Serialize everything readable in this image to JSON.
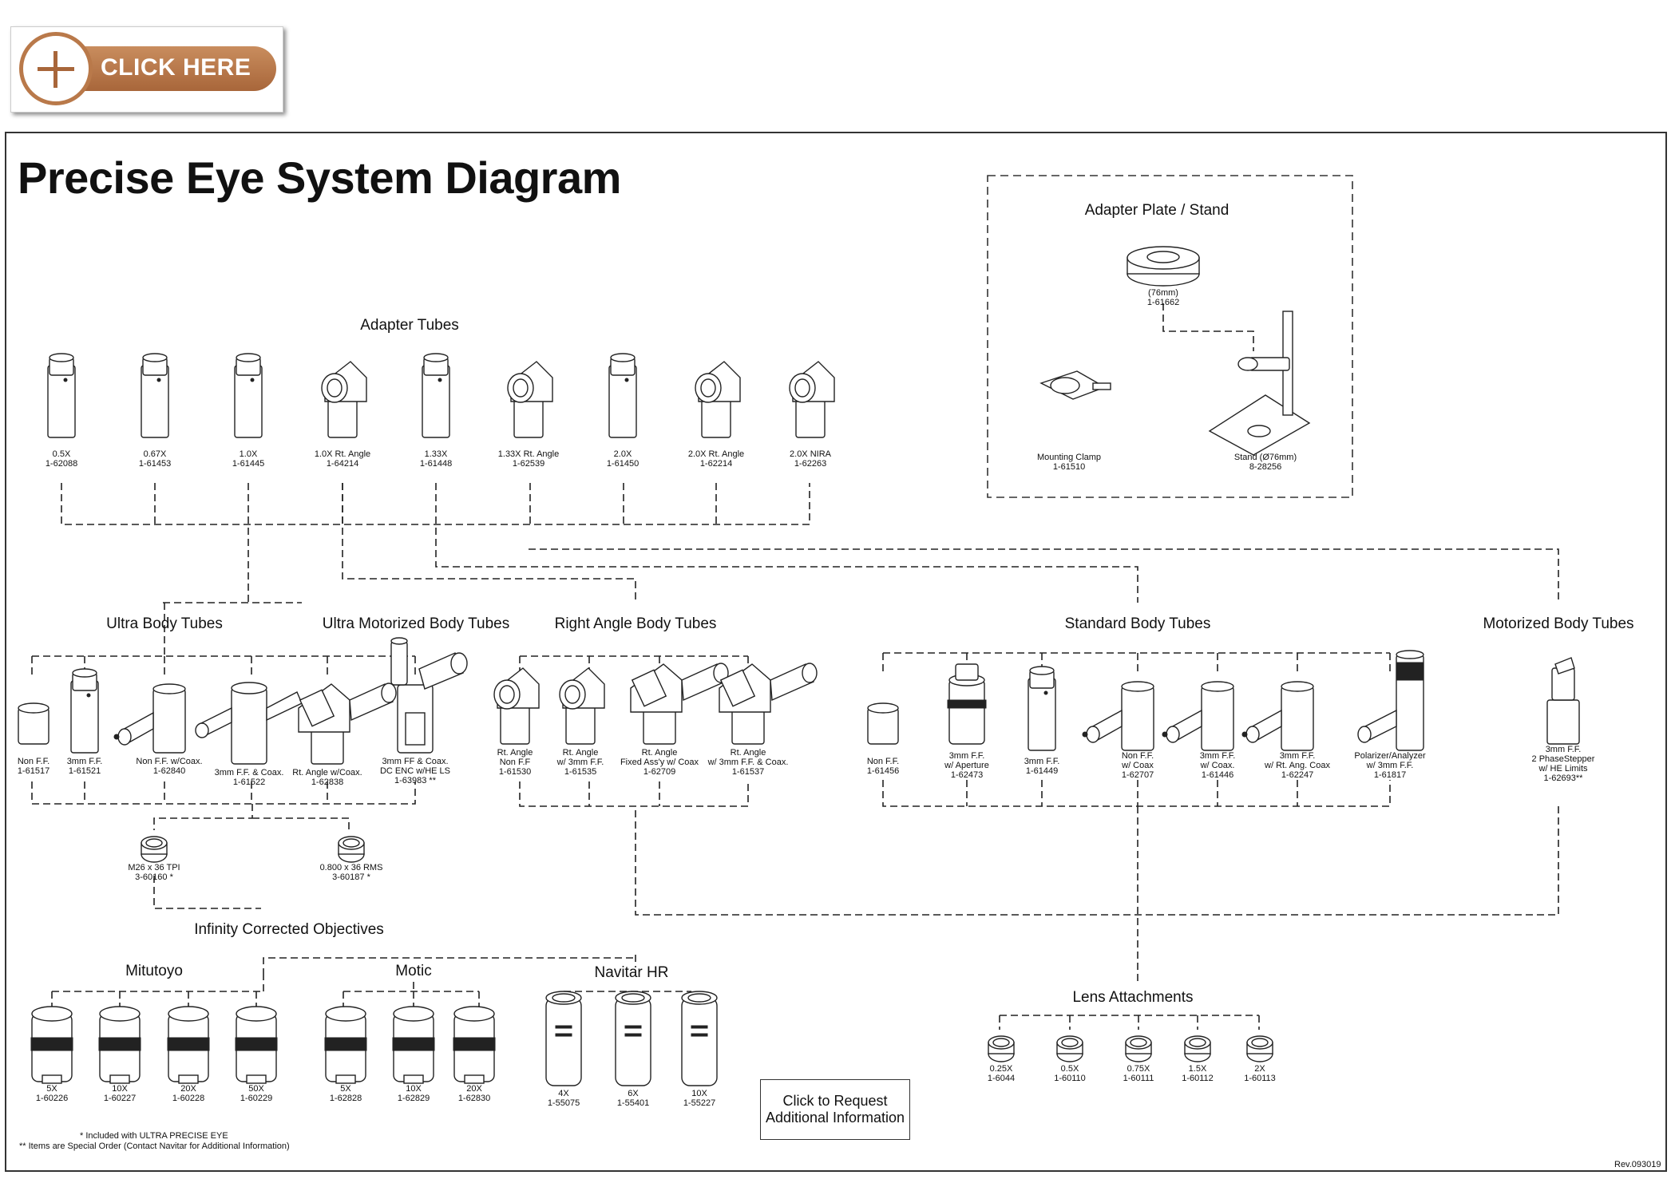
{
  "click_here_button": {
    "label": "CLICK HERE"
  },
  "title": "Precise Eye System Diagram",
  "adapter_plate_stand": {
    "heading": "Adapter Plate / Stand",
    "items": [
      {
        "lines": [
          "(76mm)",
          "1-61662"
        ]
      },
      {
        "lines": [
          "Mounting Clamp",
          "1-61510"
        ]
      },
      {
        "lines": [
          "Stand (Ø76mm)",
          "8-28256"
        ]
      }
    ]
  },
  "adapter_tubes": {
    "heading": "Adapter Tubes",
    "items": [
      {
        "lines": [
          "0.5X",
          "1-62088"
        ]
      },
      {
        "lines": [
          "0.67X",
          "1-61453"
        ]
      },
      {
        "lines": [
          "1.0X",
          "1-61445"
        ]
      },
      {
        "lines": [
          "1.0X Rt. Angle",
          "1-64214"
        ]
      },
      {
        "lines": [
          "1.33X",
          "1-61448"
        ]
      },
      {
        "lines": [
          "1.33X Rt. Angle",
          "1-62539"
        ]
      },
      {
        "lines": [
          "2.0X",
          "1-61450"
        ]
      },
      {
        "lines": [
          "2.0X Rt. Angle",
          "1-62214"
        ]
      },
      {
        "lines": [
          "2.0X NIRA",
          "1-62263"
        ]
      }
    ]
  },
  "ultra_body_tubes": {
    "heading": "Ultra Body Tubes",
    "items": [
      {
        "lines": [
          "Non F.F.",
          "1-61517"
        ]
      },
      {
        "lines": [
          "3mm F.F.",
          "1-61521"
        ]
      },
      {
        "lines": [
          "Non F.F. w/Coax.",
          "1-62840"
        ]
      },
      {
        "lines": [
          "3mm F.F. & Coax.",
          "1-61522"
        ]
      }
    ]
  },
  "ultra_motorized_body_tubes": {
    "heading": "Ultra Motorized Body Tubes",
    "items": [
      {
        "lines": [
          "Rt. Angle w/Coax.",
          "1-62838"
        ]
      },
      {
        "lines": [
          "3mm FF & Coax.",
          "DC ENC w/HE LS",
          "1-63983 **"
        ]
      }
    ]
  },
  "right_angle_body_tubes": {
    "heading": "Right Angle Body Tubes",
    "items": [
      {
        "lines": [
          "Rt. Angle",
          "Non F.F",
          "1-61530"
        ]
      },
      {
        "lines": [
          "Rt. Angle",
          "w/ 3mm F.F.",
          "1-61535"
        ]
      },
      {
        "lines": [
          "Rt. Angle",
          "Fixed Ass'y w/ Coax",
          "1-62709"
        ]
      },
      {
        "lines": [
          "Rt. Angle",
          "w/ 3mm F.F. & Coax.",
          "1-61537"
        ]
      }
    ]
  },
  "standard_body_tubes": {
    "heading": "Standard Body Tubes",
    "items": [
      {
        "lines": [
          "Non F.F.",
          "1-61456"
        ]
      },
      {
        "lines": [
          "3mm F.F.",
          "w/ Aperture",
          "1-62473"
        ]
      },
      {
        "lines": [
          "3mm  F.F.",
          "1-61449"
        ]
      },
      {
        "lines": [
          "Non F.F.",
          "w/ Coax",
          "1-62707"
        ]
      },
      {
        "lines": [
          "3mm F.F.",
          "w/  Coax.",
          "1-61446"
        ]
      },
      {
        "lines": [
          "3mm F.F.",
          "w/ Rt. Ang. Coax",
          "1-62247"
        ]
      },
      {
        "lines": [
          "Polarizer/Analyzer",
          "w/ 3mm F.F.",
          "1-61817"
        ]
      }
    ]
  },
  "motorized_body_tubes": {
    "heading": "Motorized Body Tubes",
    "items": [
      {
        "lines": [
          "3mm F.F.",
          "2 PhaseStepper",
          "w/ HE Limits",
          "1-62693**"
        ]
      }
    ]
  },
  "thread_adapters": {
    "items": [
      {
        "lines": [
          "M26 x 36 TPI",
          "3-60160 *"
        ]
      },
      {
        "lines": [
          "0.800 x 36 RMS",
          "3-60187 *"
        ]
      }
    ]
  },
  "infinity_corrected_objectives": {
    "heading": "Infinity Corrected Objectives",
    "groups": [
      {
        "heading": "Mitutoyo",
        "items": [
          {
            "lines": [
              "5X",
              "1-60226"
            ]
          },
          {
            "lines": [
              "10X",
              "1-60227"
            ]
          },
          {
            "lines": [
              "20X",
              "1-60228"
            ]
          },
          {
            "lines": [
              "50X",
              "1-60229"
            ]
          }
        ]
      },
      {
        "heading": "Motic",
        "items": [
          {
            "lines": [
              "5X",
              "1-62828"
            ]
          },
          {
            "lines": [
              "10X",
              "1-62829"
            ]
          },
          {
            "lines": [
              "20X",
              "1-62830"
            ]
          }
        ]
      },
      {
        "heading": "Navitar HR",
        "items": [
          {
            "lines": [
              "4X",
              "1-55075"
            ]
          },
          {
            "lines": [
              "6X",
              "1-55401"
            ]
          },
          {
            "lines": [
              "10X",
              "1-55227"
            ]
          }
        ]
      }
    ]
  },
  "lens_attachments": {
    "heading": "Lens Attachments",
    "items": [
      {
        "lines": [
          "0.25X",
          "1-6044"
        ]
      },
      {
        "lines": [
          "0.5X",
          "1-60110"
        ]
      },
      {
        "lines": [
          "0.75X",
          "1-60111"
        ]
      },
      {
        "lines": [
          "1.5X",
          "1-60112"
        ]
      },
      {
        "lines": [
          "2X",
          "1-60113"
        ]
      }
    ]
  },
  "request_button": {
    "lines": [
      "Click to Request",
      "Additional Information"
    ]
  },
  "footnotes": [
    "* Included with ULTRA PRECISE EYE",
    "** Items are Special Order (Contact Navitar for Additional Information)"
  ],
  "revision": "Rev.093019"
}
